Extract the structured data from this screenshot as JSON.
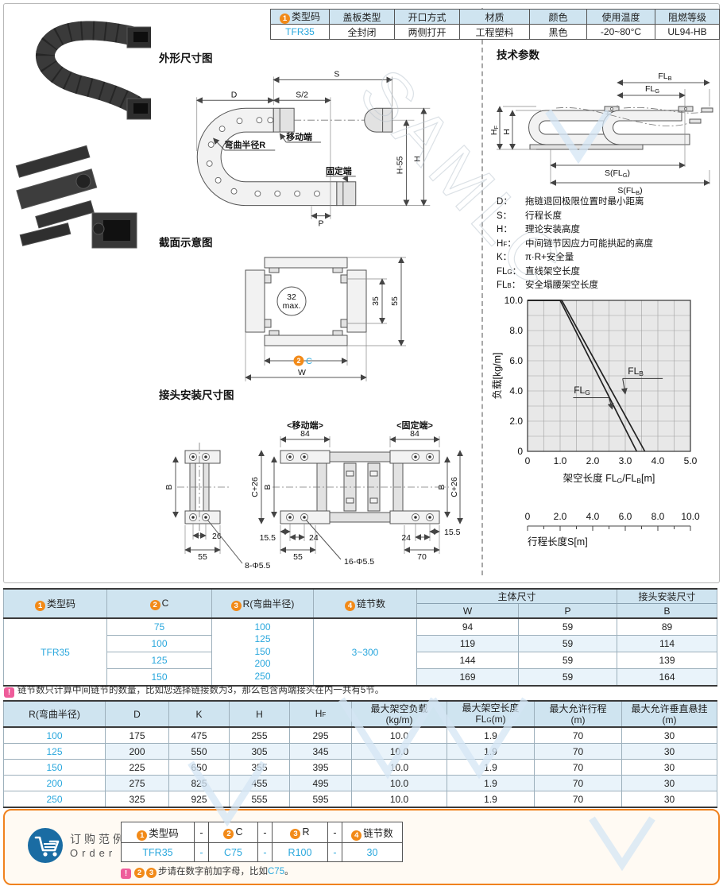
{
  "product_table": {
    "headers": [
      {
        "num": "1",
        "label": "类型码"
      },
      {
        "label": "盖板类型"
      },
      {
        "label": "开口方式"
      },
      {
        "label": "材质"
      },
      {
        "label": "颜色"
      },
      {
        "label": "使用温度"
      },
      {
        "label": "阻燃等级"
      }
    ],
    "values": [
      {
        "text": "TFR35",
        "link": true
      },
      {
        "text": "全封闭"
      },
      {
        "text": "两侧打开"
      },
      {
        "text": "工程塑料"
      },
      {
        "text": "黑色"
      },
      {
        "text": "-20~80°C"
      },
      {
        "text": "UL94-HB"
      }
    ]
  },
  "sections": {
    "outline": "外形尺寸图",
    "tech": "技术参数",
    "cross": "截面示意图",
    "joint": "接头安装尺寸图"
  },
  "outline": {
    "s": "S",
    "s_half": "S/2",
    "d": "D",
    "moving": "移动端",
    "radius": "弯曲半径R",
    "fixed": "固定端",
    "h55": "H-55",
    "h": "H",
    "p": "P"
  },
  "tech": {
    "flb": {
      "m": "FL",
      "s": "B"
    },
    "flg": {
      "m": "FL",
      "s": "G"
    },
    "hf": {
      "m": "H",
      "s": "F"
    },
    "h": "H",
    "sflg": {
      "pre": "S(FL",
      "s": "G",
      "post": ")"
    },
    "sflb": {
      "pre": "S(FL",
      "s": "B",
      "post": ")"
    },
    "defs": [
      {
        "t": "D",
        "s": "",
        "d": "拖链退回极限位置时最小距离"
      },
      {
        "t": "S",
        "s": "",
        "d": "行程长度"
      },
      {
        "t": "H",
        "s": "",
        "d": "理论安装高度"
      },
      {
        "t": "H",
        "s": "F",
        "d": "中间链节因应力可能拱起的高度"
      },
      {
        "t": "K",
        "s": "",
        "d": "π·R+安全量"
      },
      {
        "t": "FL",
        "s": "G",
        "d": "直线架空长度"
      },
      {
        "t": "FL",
        "s": "B",
        "d": "安全塌腰架空长度"
      }
    ]
  },
  "cross": {
    "circle_line1": "32",
    "circle_line2": "max.",
    "dim35": "35",
    "dim55": "55",
    "c_num": "2",
    "c_label": "C",
    "w": "W"
  },
  "joint": {
    "moving": "<移动端>",
    "fixed": "<固定端>",
    "dim84_l": "84",
    "dim84_r": "84",
    "b_l": "B",
    "b_m": "B",
    "b_r": "B",
    "c26_l": "C+26",
    "c26_r": "C+26",
    "dim26": "26",
    "dim55_l": "55",
    "dim55_m": "55",
    "phi8": "8-Φ5.5",
    "phi16": "16-Φ5.5",
    "dim155_l": "15.5",
    "dim155_r": "15.5",
    "dim24_l": "24",
    "dim24_r": "24",
    "dim70": "70"
  },
  "chart_data": {
    "type": "line",
    "ylabel": "负载[kg/m]",
    "xlabel_parts": [
      "架空长度 FL",
      "G",
      "/FL",
      "B",
      "[m]"
    ],
    "s_axis_label": "行程长度S[m]",
    "xlim": [
      0,
      5
    ],
    "ylim": [
      0,
      10
    ],
    "grid": {
      "x_step": 0.5,
      "y_step": 1
    },
    "xticks": [
      {
        "v": 0,
        "l": "0"
      },
      {
        "v": 1,
        "l": "1.0"
      },
      {
        "v": 2,
        "l": "2.0"
      },
      {
        "v": 3,
        "l": "3.0"
      },
      {
        "v": 4,
        "l": "4.0"
      },
      {
        "v": 5,
        "l": "5.0"
      }
    ],
    "yticks": [
      {
        "v": 0,
        "l": "0"
      },
      {
        "v": 2,
        "l": "2.0"
      },
      {
        "v": 4,
        "l": "4.0"
      },
      {
        "v": 6,
        "l": "6.0"
      },
      {
        "v": 8,
        "l": "8.0"
      },
      {
        "v": 10,
        "l": "10.0"
      }
    ],
    "s_ticks": [
      {
        "v": 0,
        "l": "0"
      },
      {
        "v": 2,
        "l": "2.0"
      },
      {
        "v": 4,
        "l": "4.0"
      },
      {
        "v": 6,
        "l": "6.0"
      },
      {
        "v": 8,
        "l": "8.0"
      },
      {
        "v": 10,
        "l": "10.0"
      }
    ],
    "series": [
      {
        "name_m": "FL",
        "name_s": "G",
        "points": [
          [
            0,
            10
          ],
          [
            1.0,
            10
          ],
          [
            3.35,
            0
          ]
        ]
      },
      {
        "name_m": "FL",
        "name_s": "B",
        "points": [
          [
            0,
            10
          ],
          [
            1.05,
            10
          ],
          [
            3.6,
            0
          ]
        ]
      }
    ]
  },
  "mid_table": {
    "headers": [
      {
        "num": "1",
        "label": "类型码"
      },
      {
        "num": "2",
        "label": "C"
      },
      {
        "num": "3",
        "label": "R(弯曲半径)"
      },
      {
        "num": "4",
        "label": "链节数"
      }
    ],
    "groups": [
      {
        "label": "主体尺寸",
        "span": 2
      },
      {
        "label": "接头安装尺寸",
        "span": 1
      }
    ],
    "sub_headers": [
      "W",
      "P",
      "B"
    ],
    "type_code": "TFR35",
    "c_values": [
      "75",
      "100",
      "125",
      "150"
    ],
    "r_values": [
      "100",
      "125",
      "150",
      "200",
      "250"
    ],
    "link_count": "3~300",
    "rows": [
      [
        "94",
        "59",
        "89"
      ],
      [
        "119",
        "59",
        "114"
      ],
      [
        "144",
        "59",
        "139"
      ],
      [
        "169",
        "59",
        "164"
      ]
    ]
  },
  "note1": "链节数只计算中间链节的数量，比如您选择链接数为3，那么包含两端接头在内一共有5节。",
  "spec_table": {
    "headers": [
      {
        "l1m": "R(弯曲半径)"
      },
      {
        "l1m": "D"
      },
      {
        "l1m": "K"
      },
      {
        "l1m": "H"
      },
      {
        "l1m": "H",
        "l1s": "F"
      },
      {
        "l1m": "最大架空负载",
        "l2r": "(kg/m)"
      },
      {
        "l1m": "最大架空长度",
        "l2m": "FL",
        "l2s": "G",
        "l2r": "(m)"
      },
      {
        "l1m": "最大允许行程",
        "l2r": "(m)"
      },
      {
        "l1m": "最大允许垂直悬挂",
        "l2r": "(m)"
      }
    ],
    "rows": [
      [
        "100",
        "175",
        "475",
        "255",
        "295",
        "10.0",
        "1.9",
        "70",
        "30"
      ],
      [
        "125",
        "200",
        "550",
        "305",
        "345",
        "10.0",
        "1.9",
        "70",
        "30"
      ],
      [
        "150",
        "225",
        "650",
        "355",
        "395",
        "10.0",
        "1.9",
        "70",
        "30"
      ],
      [
        "200",
        "275",
        "825",
        "455",
        "495",
        "10.0",
        "1.9",
        "70",
        "30"
      ],
      [
        "250",
        "325",
        "925",
        "555",
        "595",
        "10.0",
        "1.9",
        "70",
        "30"
      ]
    ]
  },
  "order": {
    "title_cn": "订购范例",
    "title_en": "Order",
    "headers": [
      {
        "num": "1",
        "label": "类型码"
      },
      {
        "label": "-"
      },
      {
        "num": "2",
        "label": "C"
      },
      {
        "label": "-"
      },
      {
        "num": "3",
        "label": "R"
      },
      {
        "label": "-"
      },
      {
        "num": "4",
        "label": "链节数"
      }
    ],
    "values": [
      {
        "text": "TFR35",
        "link": true
      },
      {
        "text": "-",
        "link": true
      },
      {
        "text": "C75",
        "link": true
      },
      {
        "text": "-",
        "link": true
      },
      {
        "text": "R100",
        "link": true
      },
      {
        "text": "-",
        "link": true
      },
      {
        "text": "30",
        "link": true
      }
    ],
    "note": {
      "nums": [
        "2",
        "3"
      ],
      "text": "步请在数字前加字母，比如",
      "hl": "C75",
      "end": "。"
    }
  },
  "watermark": {
    "text": "SAMLC"
  },
  "colors": {
    "accent_orange": "#f0821e",
    "link_blue": "#29a7dd",
    "header_blue": "#cfe4f0",
    "row_alt": "#e9f3fa",
    "note_pink": "#ee5c9a",
    "cart_blue": "#1a6ca3"
  }
}
